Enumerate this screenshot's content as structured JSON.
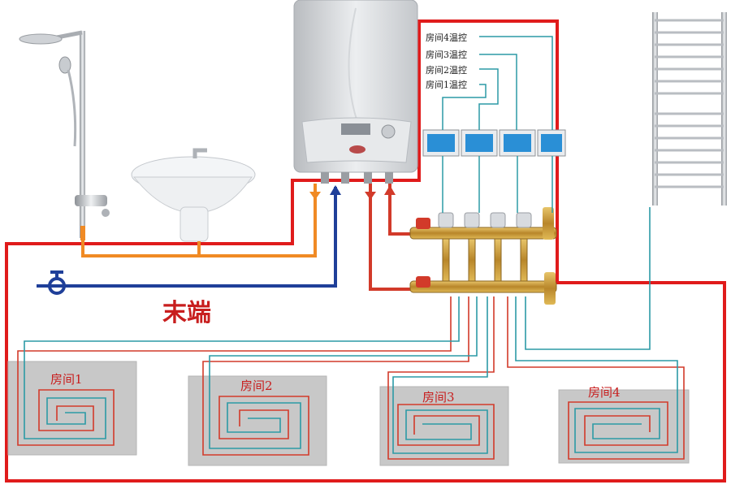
{
  "diagram": {
    "title": "末端",
    "thermostat_labels": [
      "房间4温控",
      "房间3温控",
      "房间2温控",
      "房间1温控"
    ],
    "rooms": [
      "房间1",
      "房间2",
      "房间3",
      "房间4"
    ]
  },
  "colors": {
    "boundary": "#e01b1b",
    "hot_water": "#f08a24",
    "cold_water": "#1f3f99",
    "supply": "#d23a2a",
    "return": "#2c9aa6",
    "room_panel": "#c8c8c8"
  },
  "icons": [
    "shower-icon",
    "sink-icon",
    "boiler-icon",
    "towel-radiator-icon",
    "faucet-icon",
    "thermostat-icon",
    "manifold-icon"
  ]
}
